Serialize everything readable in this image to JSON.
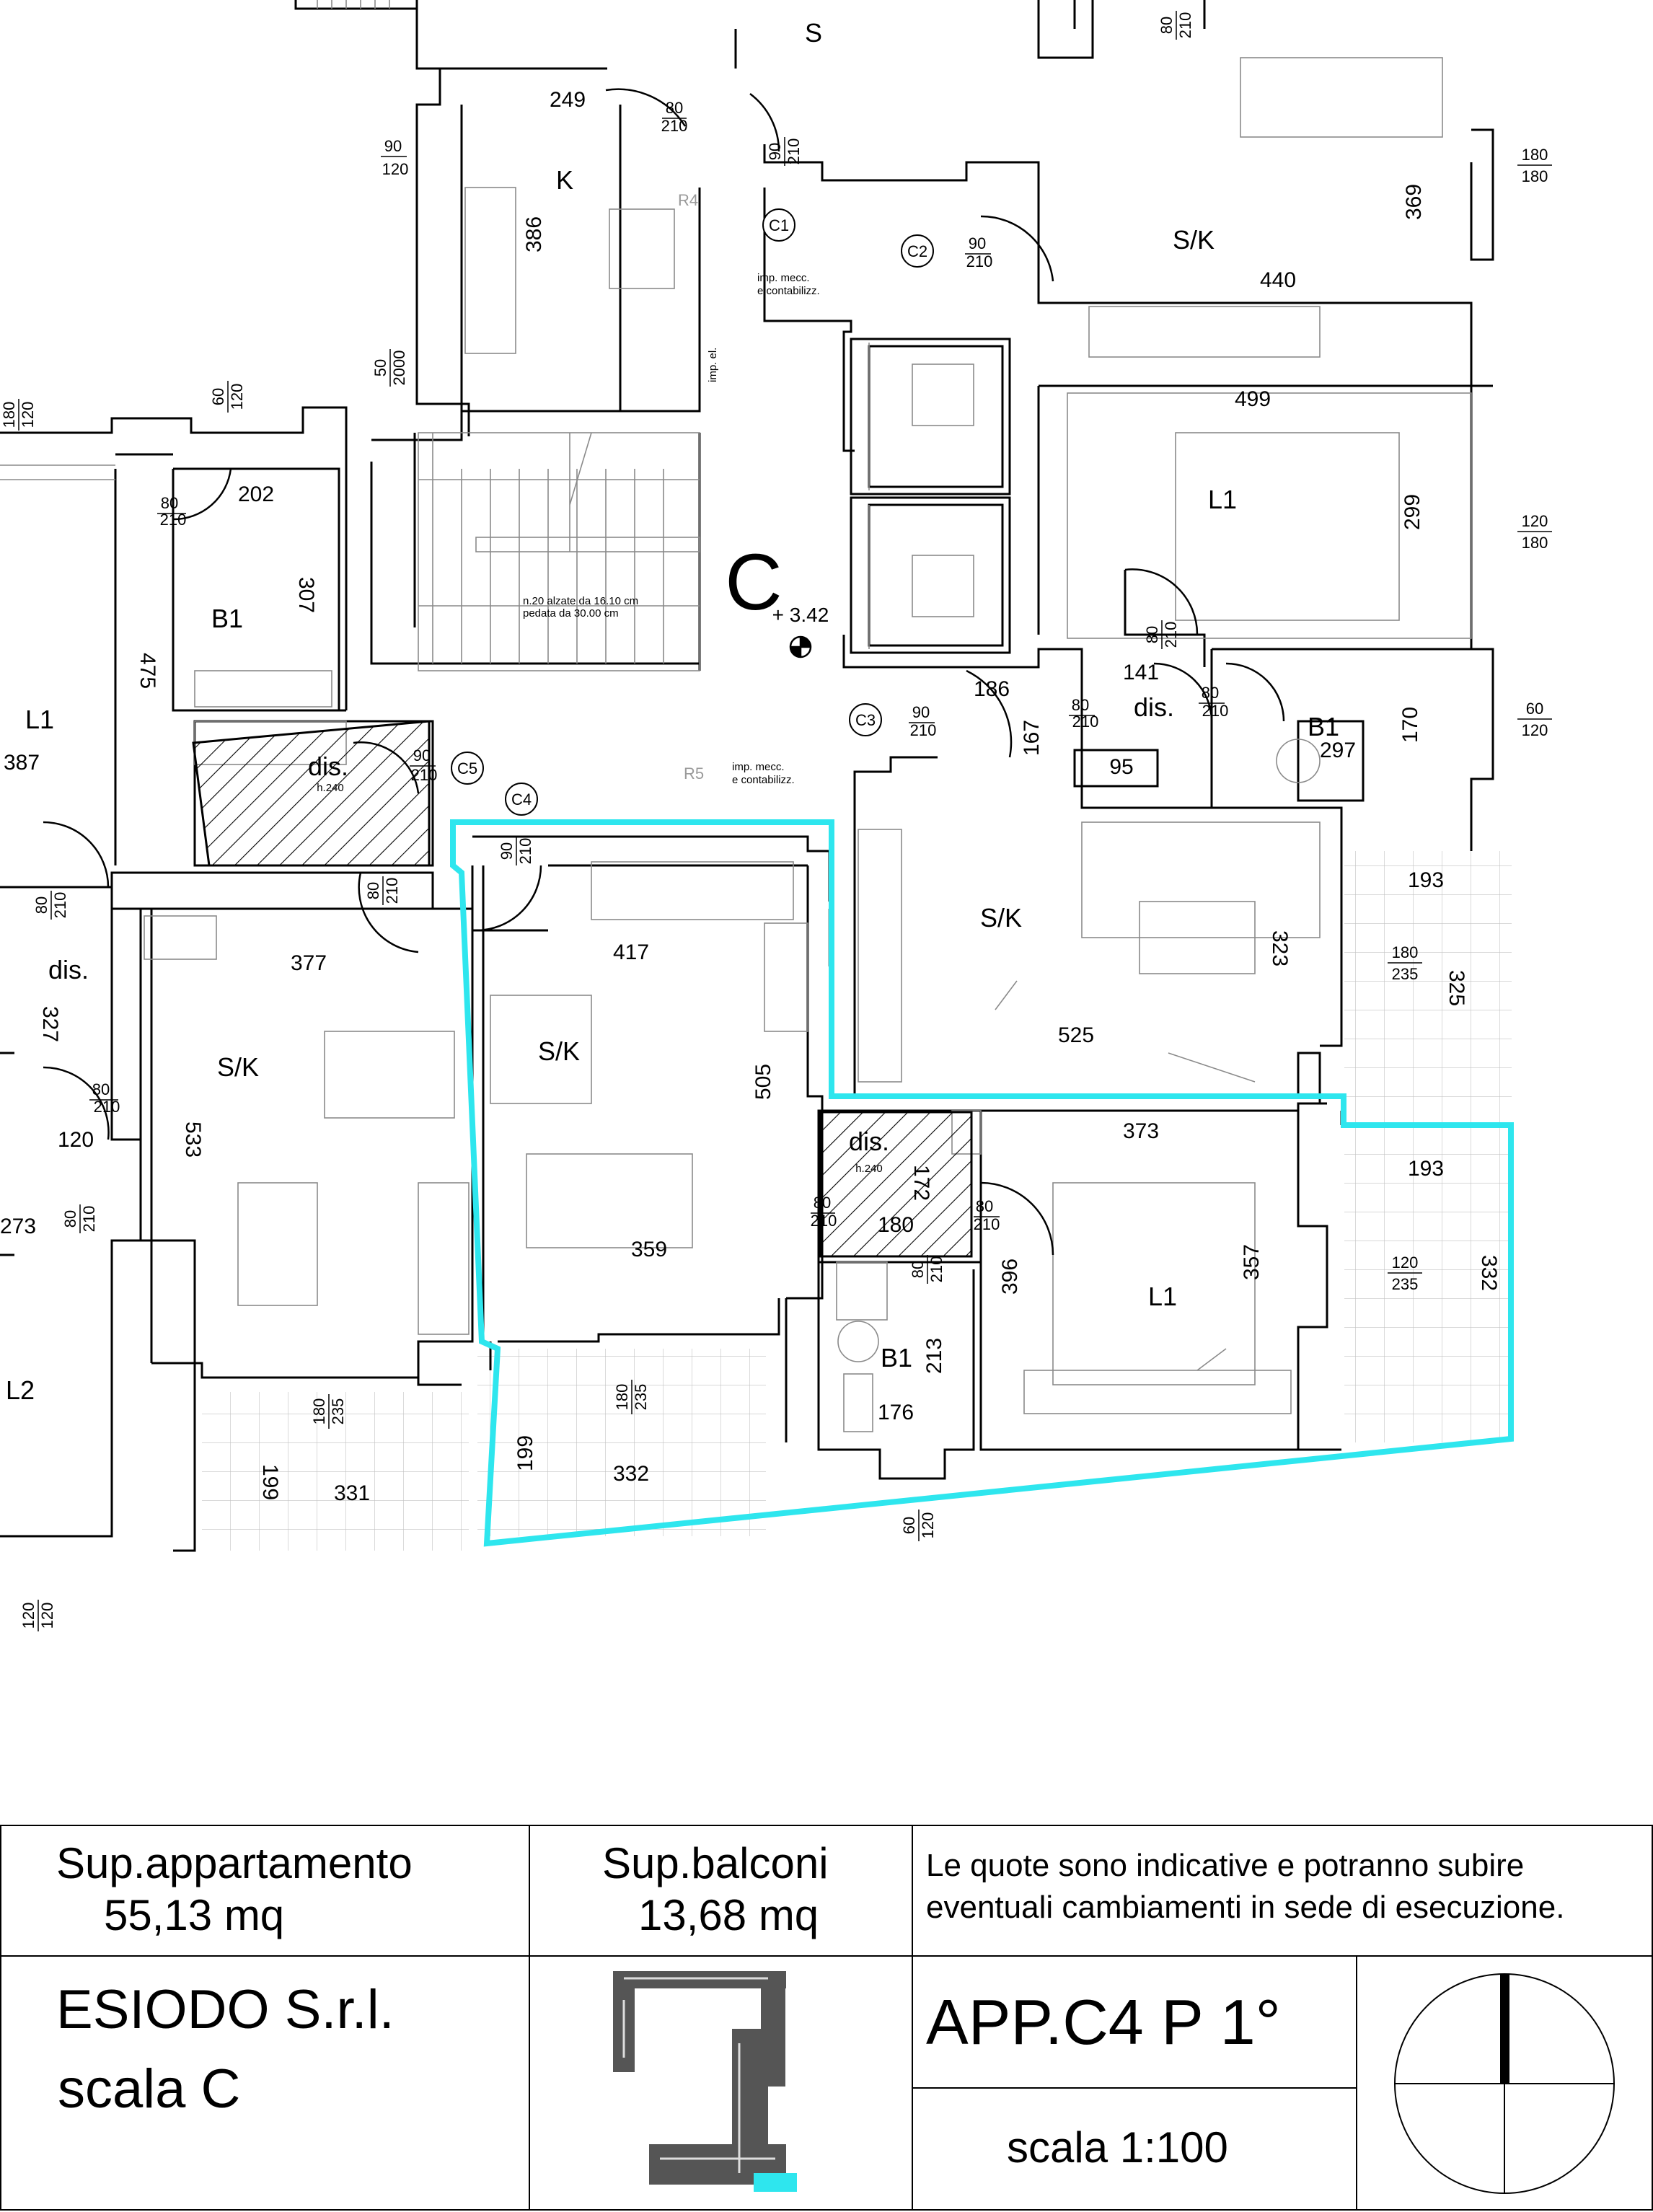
{
  "plan": {
    "rooms": {
      "s_top": "S",
      "k": "K",
      "sk_top_right": "S/K",
      "l1_top": "L1",
      "b1_left": "B1",
      "l1_left": "L1",
      "dis_hatched_left": "dis.",
      "dis_left": "dis.",
      "sk_left": "S/K",
      "sk_target": "S/K",
      "sk_middle": "S/K",
      "dis_right": "dis.",
      "b1_right": "B1",
      "dis_hatched_target": "dis.",
      "b1_target": "B1",
      "l1_target": "L1",
      "l2": "L2"
    },
    "heights": {
      "h240_left": "h.240",
      "h240_target": "h.240"
    },
    "stair": {
      "label": "C",
      "level": "+ 3.42",
      "note_1": "n.20 alzate da 16.10 cm",
      "note_2": "pedata da 30.00 cm"
    },
    "circles": {
      "c1": "C1",
      "c2": "C2",
      "c3": "C3",
      "c4": "C4",
      "c5": "C5"
    },
    "shafts": {
      "r4": "R4",
      "r5": "R5",
      "imp_1": "imp. mecc.",
      "imp_1b": "e contabilizz.",
      "imp_2": "imp. mecc.",
      "imp_2b": "e contabilizz.",
      "imp_el": "imp. el."
    },
    "dims": {
      "d249": "249",
      "d386": "386",
      "d440": "440",
      "d369": "369",
      "d499": "499",
      "d299": "299",
      "d202": "202",
      "d307": "307",
      "d475": "475",
      "d387": "387",
      "d141": "141",
      "d186": "186",
      "d167": "167",
      "d95": "95",
      "d297": "297",
      "d170": "170",
      "d417": "417",
      "d505": "505",
      "d359": "359",
      "d377": "377",
      "d533": "533",
      "d327": "327",
      "d120": "120",
      "d273": "273",
      "d525": "525",
      "d323": "323",
      "d193a": "193",
      "d325": "325",
      "d373": "373",
      "d193b": "193",
      "d332a": "332",
      "d172": "172",
      "d180": "180",
      "d396": "396",
      "d357": "357",
      "d213": "213",
      "d176": "176",
      "d199a": "199",
      "d331": "331",
      "d199b": "199",
      "d332b": "332"
    },
    "fractions": {
      "f_80_210_a": [
        "80",
        "210"
      ],
      "f_90_120": [
        "90",
        "120"
      ],
      "f_90_210_a": [
        "90",
        "210"
      ],
      "f_80_210_top": [
        "80",
        "210"
      ],
      "f_180_180": [
        "180",
        "180"
      ],
      "f_90_210_c2": [
        "90",
        "210"
      ],
      "f_50_2000": [
        "50",
        "2000"
      ],
      "f_180_120": [
        "180",
        "120"
      ],
      "f_60_120_a": [
        "60",
        "120"
      ],
      "f_80_210_b1": [
        "80",
        "210"
      ],
      "f_120_180": [
        "120",
        "180"
      ],
      "f_80_210_l1": [
        "80",
        "210"
      ],
      "f_90_210_c3": [
        "90",
        "210"
      ],
      "f_80_210_dis": [
        "80",
        "210"
      ],
      "f_80_210_b1r": [
        "80",
        "210"
      ],
      "f_60_120_b": [
        "60",
        "120"
      ],
      "f_90_210_c5": [
        "90",
        "210"
      ],
      "f_90_210_c4": [
        "90",
        "210"
      ],
      "f_80_210_disl": [
        "80",
        "210"
      ],
      "f_80_210_hat": [
        "80",
        "210"
      ],
      "f_180_235_a": [
        "180",
        "235"
      ],
      "f_80_210_sk": [
        "80",
        "210"
      ],
      "f_80_210_lft": [
        "80",
        "210"
      ],
      "f_80_210_t1": [
        "80",
        "210"
      ],
      "f_80_210_t2": [
        "80",
        "210"
      ],
      "f_80_210_t3": [
        "80",
        "210"
      ],
      "f_120_235": [
        "120",
        "235"
      ],
      "f_180_235_b": [
        "180",
        "235"
      ],
      "f_180_235_c": [
        "180",
        "235"
      ],
      "f_60_120_c": [
        "60",
        "120"
      ],
      "f_120_120": [
        "120",
        "120"
      ]
    }
  },
  "cartouche": {
    "sup_app_label": "Sup.appartamento",
    "sup_app_value": "55,13 mq",
    "sup_balc_label": "Sup.balconi",
    "sup_balc_value": "13,68 mq",
    "note_line_1": "Le quote sono indicative e potranno subire",
    "note_line_2": "eventuali cambiamenti in sede di esecuzione.",
    "company": "ESIODO S.r.l.",
    "stair_name": "scala C",
    "apartment": "APP.C4 P 1°",
    "scale": "scala 1:100"
  },
  "colors": {
    "highlight": "#2ee6ee",
    "hatch": "#000000",
    "lines": "#000000"
  }
}
